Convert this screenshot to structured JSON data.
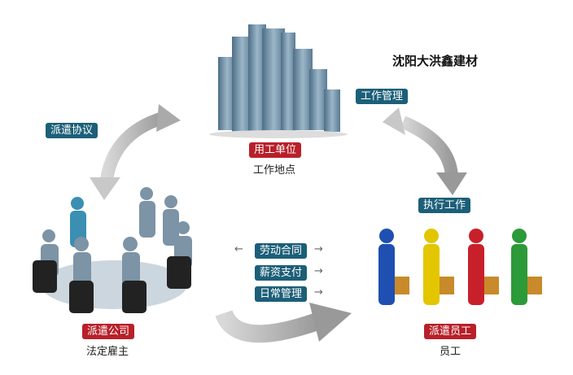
{
  "title": "沈阳大洪鑫建材",
  "nodes": {
    "client": {
      "label": "用工单位",
      "sub": "工作地点"
    },
    "agency": {
      "label": "派遣公司",
      "sub": "法定雇主"
    },
    "worker": {
      "label": "派遣员工",
      "sub": "员工"
    }
  },
  "relations": {
    "dispatch_agreement": "派遣协议",
    "work_management": "工作管理",
    "perform_work": "执行工作",
    "labor_contract": "劳动合同",
    "salary_payment": "薪资支付",
    "daily_management": "日常管理"
  },
  "colors": {
    "teal": "#1c5f78",
    "red": "#b8202a",
    "arrow": "#b5b5b5",
    "building": "#6f8fa6"
  }
}
